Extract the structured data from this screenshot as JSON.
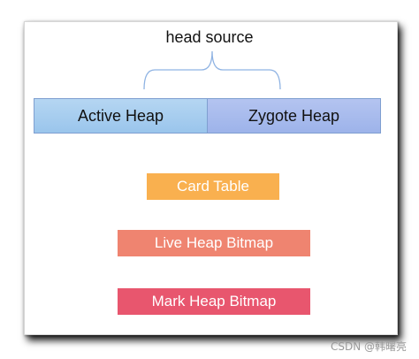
{
  "diagram": {
    "title": "head source",
    "heaps": [
      {
        "label": "Active Heap"
      },
      {
        "label": "Zygote Heap"
      }
    ],
    "boxes": [
      {
        "label": "Card Table",
        "color": "#f9b04f"
      },
      {
        "label": "Live Heap Bitmap",
        "color": "#ef8470"
      },
      {
        "label": "Mark Heap Bitmap",
        "color": "#e8566e"
      }
    ],
    "brace_color": "#8fb3e3",
    "watermark": "CSDN @韩曙亮"
  }
}
